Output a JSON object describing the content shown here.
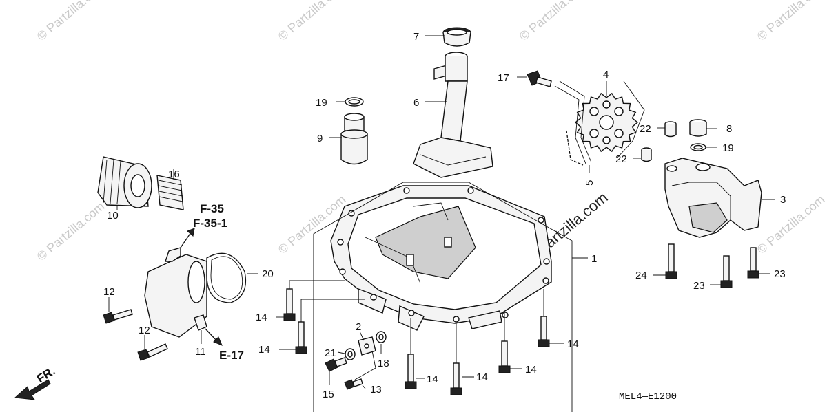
{
  "watermark": {
    "text": "© Partzilla.com"
  },
  "diagram": {
    "parts": [
      {
        "id": "p1",
        "number": "1"
      },
      {
        "id": "p2",
        "number": "2"
      },
      {
        "id": "p3",
        "number": "3"
      },
      {
        "id": "p4",
        "number": "4"
      },
      {
        "id": "p5",
        "number": "5"
      },
      {
        "id": "p6",
        "number": "6"
      },
      {
        "id": "p7",
        "number": "7"
      },
      {
        "id": "p8",
        "number": "8"
      },
      {
        "id": "p9",
        "number": "9"
      },
      {
        "id": "p10",
        "number": "10"
      },
      {
        "id": "p11",
        "number": "11"
      },
      {
        "id": "p12",
        "number": "12"
      },
      {
        "id": "p13",
        "number": "13"
      },
      {
        "id": "p14",
        "number": "14"
      },
      {
        "id": "p15",
        "number": "15"
      },
      {
        "id": "p16",
        "number": "16"
      },
      {
        "id": "p17",
        "number": "17"
      },
      {
        "id": "p18",
        "number": "18"
      },
      {
        "id": "p19",
        "number": "19"
      },
      {
        "id": "p20",
        "number": "20"
      },
      {
        "id": "p21",
        "number": "21"
      },
      {
        "id": "p22",
        "number": "22"
      },
      {
        "id": "p23",
        "number": "23"
      },
      {
        "id": "p24",
        "number": "24"
      }
    ],
    "refs": {
      "f35": "F-35",
      "f351": "F-35-1",
      "e17": "E-17",
      "front": "FR."
    },
    "diagram_code": "MEL4—E1200"
  }
}
